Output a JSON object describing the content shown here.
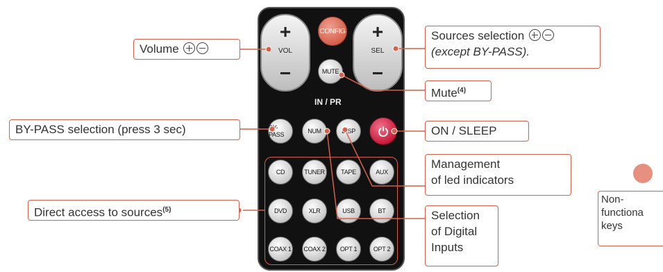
{
  "remote": {
    "vol_label": "VOL",
    "sel_label": "SEL",
    "plus": "+",
    "minus": "−",
    "config": "CONFIG",
    "mute": "MUTE",
    "in_pr": "IN / PR",
    "row_buttons": [
      "BY-PASS",
      "NUM",
      "DISP"
    ],
    "power_icon": "power-icon",
    "source_buttons": [
      "CD",
      "TUNER",
      "TAPE",
      "AUX",
      "DVD",
      "XLR",
      "USB",
      "BT",
      "COAX 1",
      "COAX 2",
      "OPT 1",
      "OPT 2"
    ]
  },
  "callouts": {
    "volume": "Volume",
    "sources_selection_1": "Sources selection",
    "sources_selection_2": "(except BY-PASS).",
    "mute": "Mute",
    "mute_note": "(4)",
    "bypass": "BY-PASS selection (press 3 sec)",
    "on_sleep": "ON / SLEEP",
    "led_1": "Management",
    "led_2": "of led indicators",
    "direct": "Direct access to sources",
    "direct_note": "(5)",
    "digital_1": "Selection",
    "digital_2": "of Digital",
    "digital_3": "Inputs",
    "nonfunc_1": "Non-",
    "nonfunc_2": "functiona",
    "nonfunc_3": "keys"
  },
  "colors": {
    "accent": "#d5614b",
    "remote_body": "#111111",
    "power": "#c91c3a"
  }
}
